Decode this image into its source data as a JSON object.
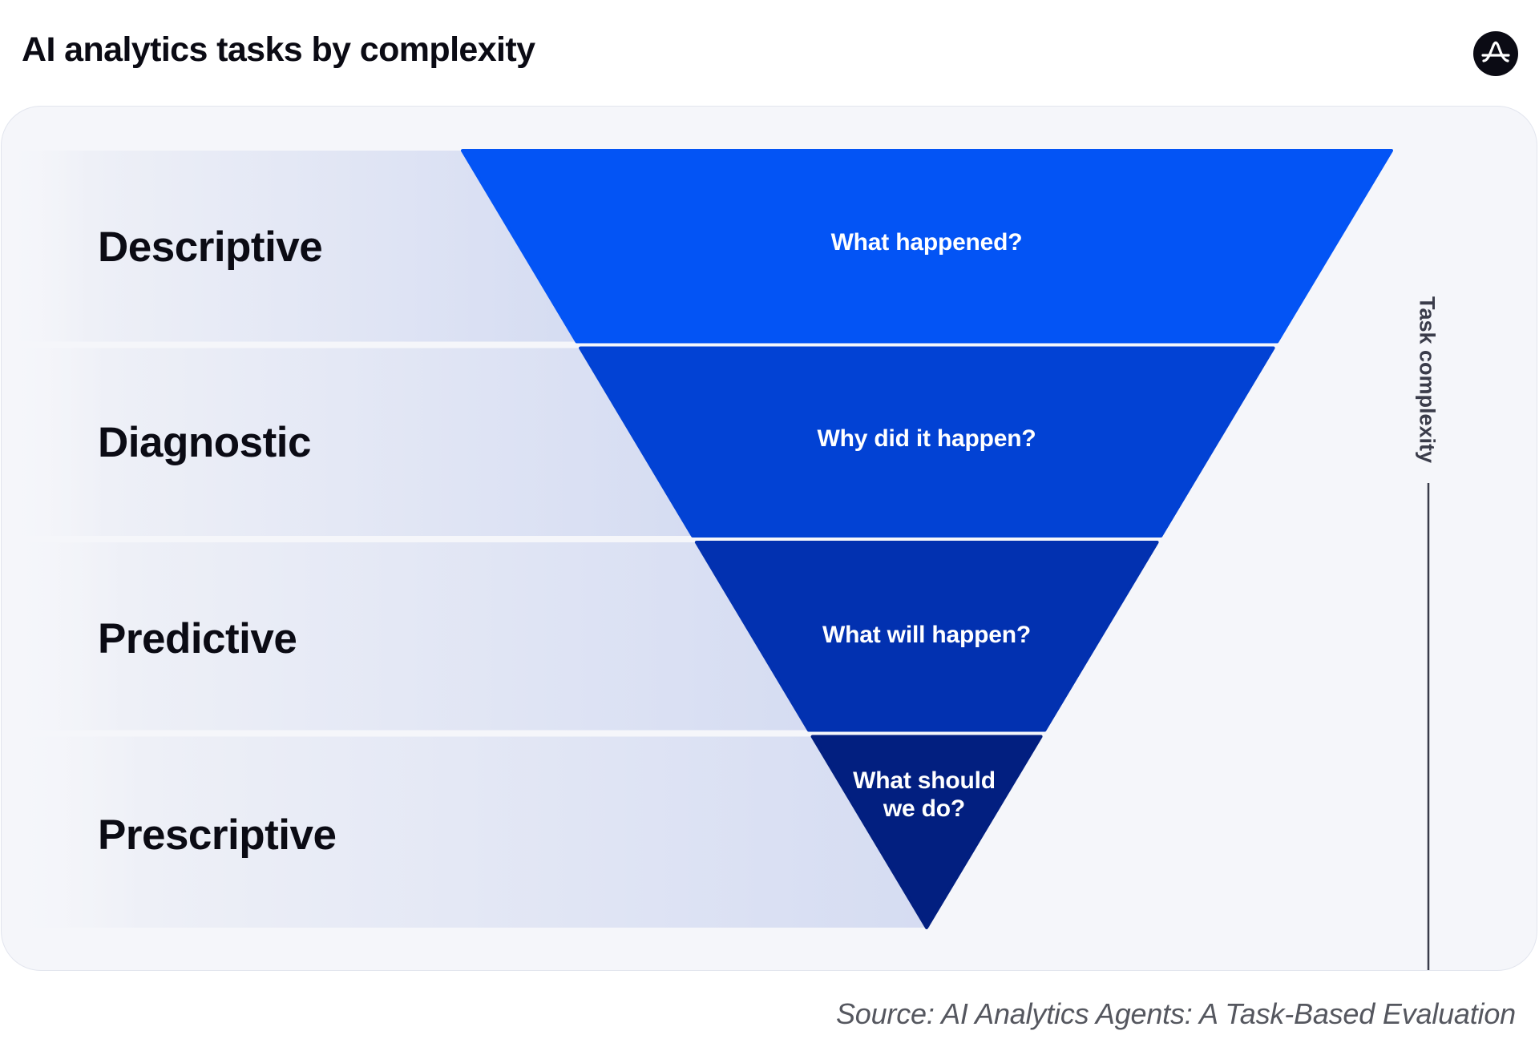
{
  "header": {
    "title": "AI analytics tasks by complexity",
    "logo_icon": "amplitude-logo-icon"
  },
  "levels": [
    {
      "label": "Descriptive",
      "question_lines": [
        "What happened?"
      ],
      "color": "#0354f5"
    },
    {
      "label": "Diagnostic",
      "question_lines": [
        "Why did it happen?"
      ],
      "color": "#0242d4"
    },
    {
      "label": "Predictive",
      "question_lines": [
        "What will happen?"
      ],
      "color": "#0231b0"
    },
    {
      "label": "Prescriptive",
      "question_lines": [
        "What should",
        "we do?"
      ],
      "color": "#021f80"
    }
  ],
  "axis": {
    "label": "Task complexity",
    "direction_icon": "arrow-down-icon"
  },
  "footer": {
    "source": "Source: AI Analytics Agents: A Task-Based Evaluation"
  },
  "colors": {
    "panel_background": "#f5f6fa",
    "title_text": "#0b0b14",
    "axis": "#3a3c4a"
  }
}
